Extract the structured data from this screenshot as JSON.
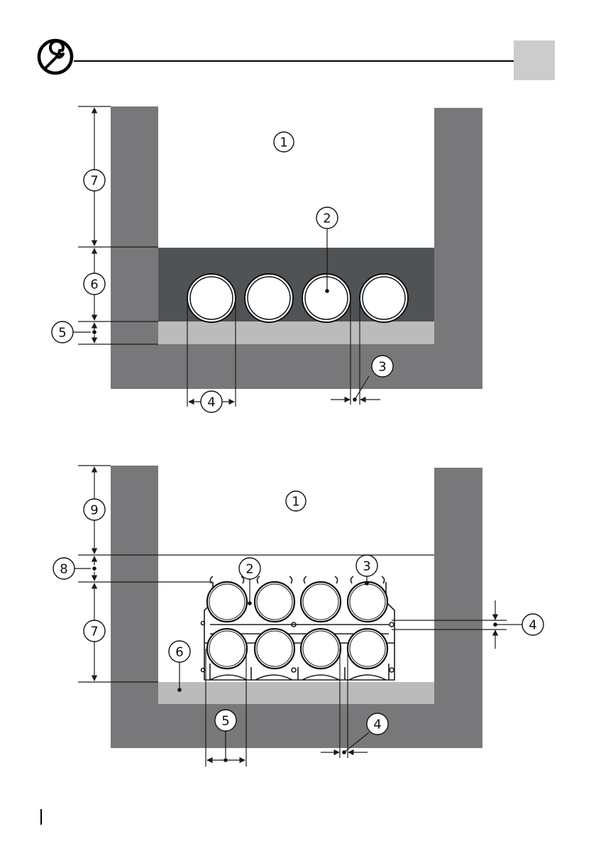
{
  "header": {
    "icon": "wrench-icon",
    "tab_color": "#cccccc",
    "rule_color": "#000000"
  },
  "colors": {
    "wall": "#78787a",
    "embedding": "#505355",
    "bedding": "#bbbbbb",
    "pipe_fill": "#ffffff",
    "line": "#1a1a1a"
  },
  "diagram_top": {
    "labels": {
      "c1": "1",
      "c2": "2",
      "c3": "3",
      "c4": "4",
      "c5": "5",
      "c6": "6",
      "c7": "7"
    }
  },
  "diagram_bottom": {
    "labels": {
      "c1": "1",
      "c2": "2",
      "c3": "3",
      "c4a": "4",
      "c4b": "4",
      "c5": "5",
      "c6": "6",
      "c7": "7",
      "c8": "8",
      "c9": "9"
    }
  }
}
